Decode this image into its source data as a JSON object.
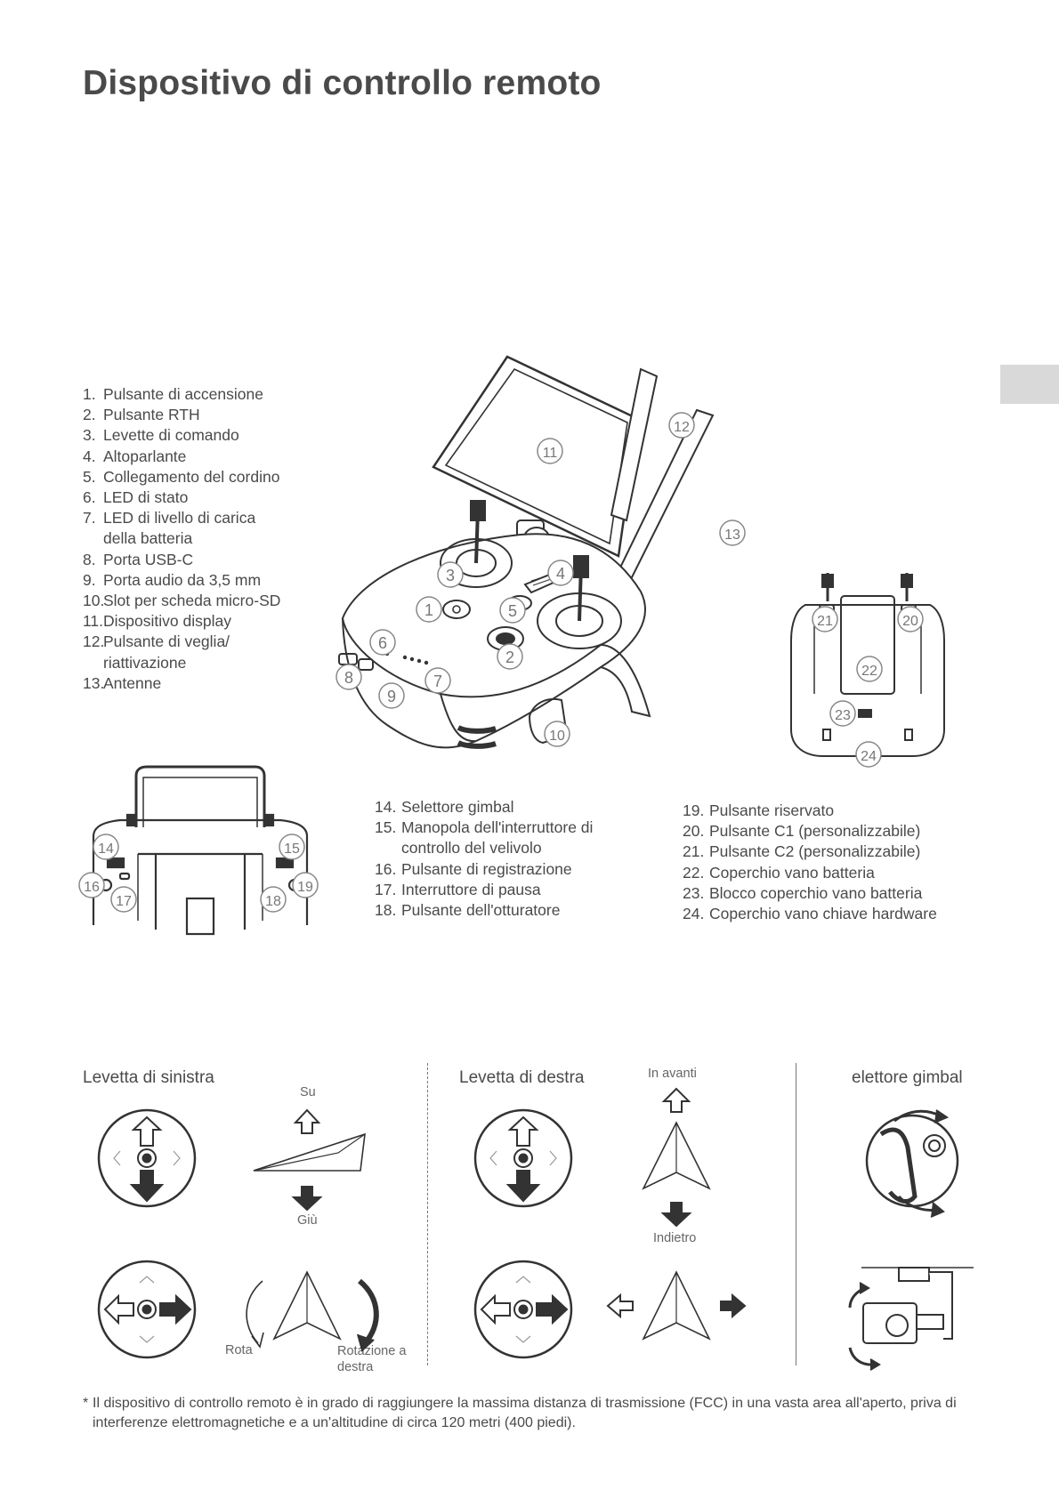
{
  "page": {
    "title": "Dispositivo di controllo remoto"
  },
  "list_main": [
    {
      "num": "1.",
      "text": "Pulsante di accensione"
    },
    {
      "num": "2.",
      "text": "Pulsante RTH"
    },
    {
      "num": "3.",
      "text": "Levette di comando"
    },
    {
      "num": "4.",
      "text": "Altoparlante"
    },
    {
      "num": "5.",
      "text": "Collegamento del cordino"
    },
    {
      "num": "6.",
      "text": "LED di stato"
    },
    {
      "num": "7.",
      "text": "LED di livello di carica della batteria"
    },
    {
      "num": "8.",
      "text": "Porta USB-C"
    },
    {
      "num": "9.",
      "text": "Porta audio da 3,5 mm"
    },
    {
      "num": "10.",
      "text": "Slot per scheda micro-SD"
    },
    {
      "num": "11.",
      "text": "Dispositivo display"
    },
    {
      "num": "12.",
      "text": "Pulsante di veglia/ riattivazione"
    },
    {
      "num": "13.",
      "text": "Antenne"
    }
  ],
  "list_back_left": [
    {
      "num": "14.",
      "text": "Selettore gimbal"
    },
    {
      "num": "15.",
      "text": "Manopola dell'interruttore di controllo del velivolo"
    },
    {
      "num": "16.",
      "text": "Pulsante di registrazione"
    },
    {
      "num": "17.",
      "text": "Interruttore di pausa"
    },
    {
      "num": "18.",
      "text": "Pulsante dell'otturatore"
    }
  ],
  "list_back_right": [
    {
      "num": "19.",
      "text": "Pulsante riservato"
    },
    {
      "num": "20.",
      "text": "Pulsante C1 (personalizzabile)"
    },
    {
      "num": "21.",
      "text": "Pulsante C2 (personalizzabile)"
    },
    {
      "num": "22.",
      "text": "Coperchio vano batteria"
    },
    {
      "num": "23.",
      "text": "Blocco coperchio vano batteria"
    },
    {
      "num": "24.",
      "text": "Coperchio vano chiave hardware"
    }
  ],
  "callouts": {
    "c1": "1",
    "c2": "2",
    "c3": "3",
    "c4": "4",
    "c5": "5",
    "c6": "6",
    "c7": "7",
    "c8": "8",
    "c9": "9",
    "c10": "10",
    "c11": "11",
    "c12": "12",
    "c13": "13",
    "c14": "14",
    "c15": "15",
    "c16": "16",
    "c17": "17",
    "c18": "18",
    "c19": "19",
    "c20": "20",
    "c21": "21",
    "c22": "22",
    "c23": "23",
    "c24": "24"
  },
  "sticks": {
    "left_title": "Levetta di sinistra",
    "right_title": "Levetta di destra",
    "gimbal_title": "elettore gimbal",
    "up": "Su",
    "down": "Giù",
    "rotate_left": "Rota",
    "rotate_right": "Rotazione a destra",
    "forward": "In avanti",
    "backward": "Indietro"
  },
  "footnote": {
    "star": "*",
    "text": "Il dispositivo di controllo remoto è in grado di raggiungere la massima distanza di trasmissione (FCC) in una vasta area all'aperto, priva di interferenze elettromagnetiche e a un'altitudine di circa 120 metri (400 piedi)."
  }
}
